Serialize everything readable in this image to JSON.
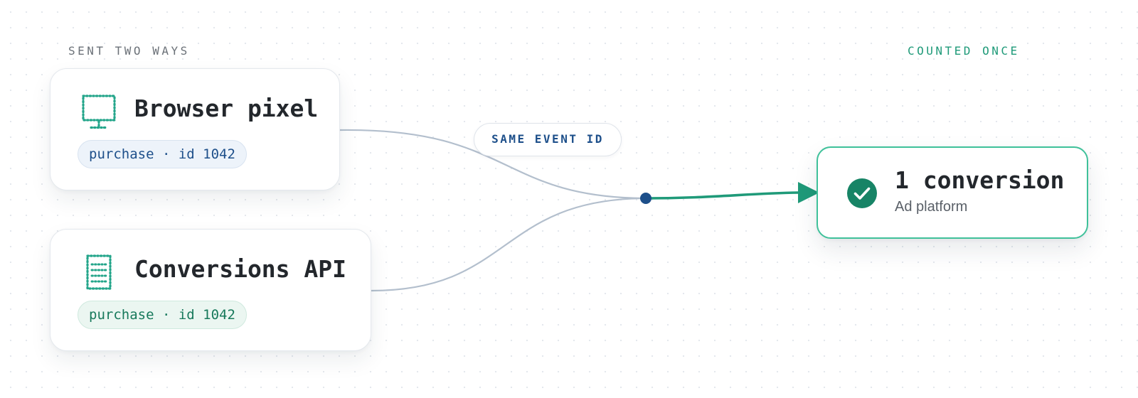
{
  "labels": {
    "left": "SENT TWO WAYS",
    "right": "COUNTED ONCE"
  },
  "sources": [
    {
      "title": "Browser pixel",
      "icon": "monitor-icon",
      "chip": "purchase · id 1042",
      "chip_color": "#1d4f8a"
    },
    {
      "title": "Conversions API",
      "icon": "server-icon",
      "chip": "purchase · id 1042",
      "chip_color": "#17795b"
    }
  ],
  "merge_label": "SAME EVENT ID",
  "result": {
    "icon": "check-circle-icon",
    "title": "1 conversion",
    "subtitle": "Ad platform"
  },
  "colors": {
    "connector": "#b3bfcd",
    "merge_dot": "#1d4f8a",
    "output_arrow": "#1f9a79",
    "accent_teal": "#23a58a",
    "result_border": "#3fc19a"
  }
}
